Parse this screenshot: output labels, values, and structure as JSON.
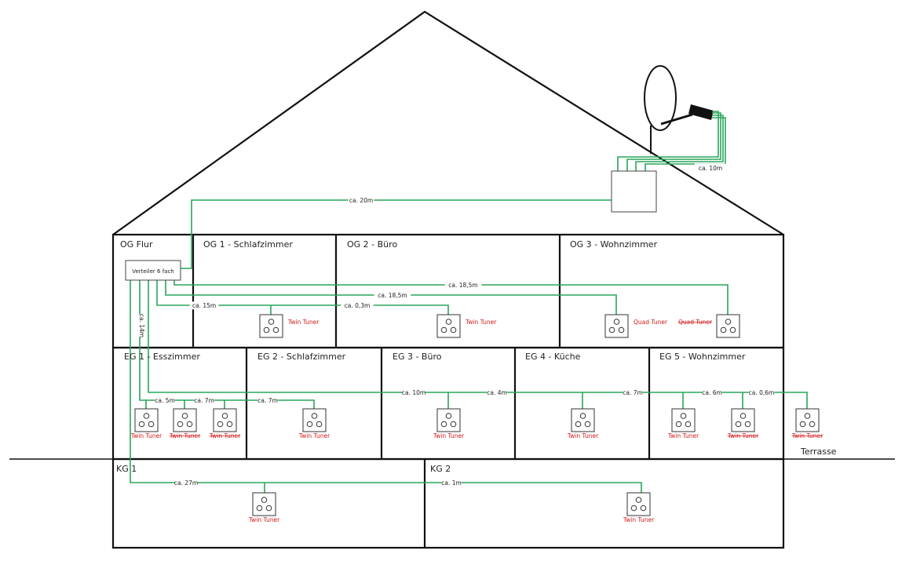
{
  "rooms": {
    "og_flur": "OG Flur",
    "og1": "OG 1 - Schlafzimmer",
    "og2": "OG 2 - Büro",
    "og3": "OG 3 - Wohnzimmer",
    "eg1": "EG 1 - Esszimmer",
    "eg2": "EG 2 - Schlafzimmer",
    "eg3": "EG 3 - Büro",
    "eg4": "EG 4 - Küche",
    "eg5": "EG 5 - Wohnzimmer",
    "kg1": "KG 1",
    "kg2": "KG 2",
    "terrasse": "Terrasse"
  },
  "splitter": {
    "label": "Verteiler 6 fach"
  },
  "cable_labels": {
    "lnb_to_switch": "ca. 10m",
    "switch_to_splitter": "ca. 20m",
    "riser": "ca. 14m",
    "og_a": "ca. 18,5m",
    "og_b": "ca. 18,5m",
    "og_c1": "ca. 15m",
    "og_c2": "ca. 0,3m",
    "eg1_a": "ca. 5m",
    "eg1_b": "ca. 7m",
    "eg2": "ca. 7m",
    "eg_main1": "ca. 10m",
    "eg_main2": "ca. 4m",
    "eg_main3": "ca. 7m",
    "eg_main4": "ca. 6m",
    "eg_main5": "ca. 0,6m",
    "kg1": "ca. 27m",
    "kg2": "ca. 1m"
  },
  "tuners": [
    {
      "room": "OG 1",
      "label": "Twin Tuner",
      "struck": false
    },
    {
      "room": "OG 2",
      "label": "Twin Tuner",
      "struck": false
    },
    {
      "room": "OG 3",
      "label": "Quad Tuner",
      "struck": false
    },
    {
      "room": "OG 3",
      "label": "Quad Tuner",
      "struck": true
    },
    {
      "room": "EG 1",
      "label": "Twin Tuner",
      "struck": false
    },
    {
      "room": "EG 1",
      "label": "Twin Tuner",
      "struck": true
    },
    {
      "room": "EG 1",
      "label": "Twin Tuner",
      "struck": true
    },
    {
      "room": "EG 2",
      "label": "Twin Tuner",
      "struck": false
    },
    {
      "room": "EG 3",
      "label": "Twin Tuner",
      "struck": false
    },
    {
      "room": "EG 4",
      "label": "Twin Tuner",
      "struck": false
    },
    {
      "room": "EG 5",
      "label": "Twin Tuner",
      "struck": false
    },
    {
      "room": "EG 5",
      "label": "Twin Tuner",
      "struck": true
    },
    {
      "room": "Terrasse",
      "label": "Twin Tuner",
      "struck": true
    },
    {
      "room": "KG 1",
      "label": "Twin Tuner",
      "struck": false
    },
    {
      "room": "KG 2",
      "label": "Twin Tuner",
      "struck": false
    }
  ],
  "colors": {
    "cable": "#2aa55a",
    "tuner_text": "#d01818",
    "wall": "#111111"
  }
}
